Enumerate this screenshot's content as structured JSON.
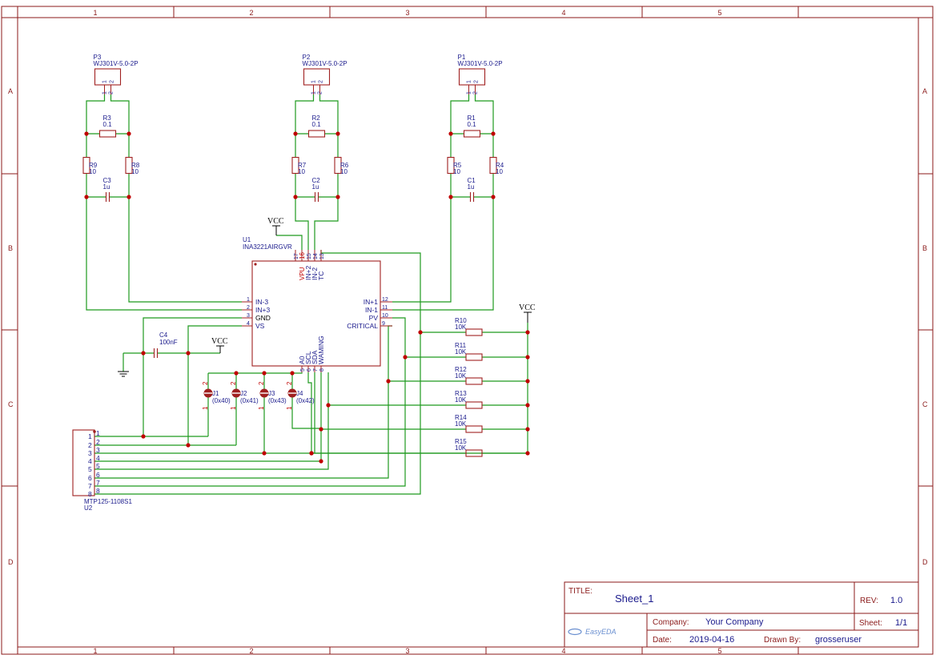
{
  "border": {
    "columns": [
      "1",
      "2",
      "3",
      "4",
      "5"
    ],
    "rows": [
      "A",
      "B",
      "C",
      "D"
    ]
  },
  "shunts": [
    {
      "conn": "P3",
      "conn_part": "WJ301V-5.0-2P",
      "shunt": "R3",
      "shunt_val": "0.1",
      "rl": "R9",
      "rl_val": "10",
      "rr": "R8",
      "rr_val": "10",
      "cap": "C3",
      "cap_val": "1u"
    },
    {
      "conn": "P2",
      "conn_part": "WJ301V-5.0-2P",
      "shunt": "R2",
      "shunt_val": "0.1",
      "rl": "R7",
      "rl_val": "10",
      "rr": "R6",
      "rr_val": "10",
      "cap": "C2",
      "cap_val": "1u"
    },
    {
      "conn": "P1",
      "conn_part": "WJ301V-5.0-2P",
      "shunt": "R1",
      "shunt_val": "0.1",
      "rl": "R5",
      "rl_val": "10",
      "rr": "R4",
      "rr_val": "10",
      "cap": "C1",
      "cap_val": "1u"
    }
  ],
  "connector_pins": [
    "1",
    "2"
  ],
  "u1": {
    "ref": "U1",
    "part": "INA3221AIRGVR",
    "top_pins": [
      {
        "num": "17",
        "name": ""
      },
      {
        "num": "16",
        "name": "VPU"
      },
      {
        "num": "15",
        "name": "IN+2"
      },
      {
        "num": "14",
        "name": "IN-2"
      },
      {
        "num": "13",
        "name": "TC"
      }
    ],
    "left_pins": [
      {
        "num": "1",
        "name": "IN-3"
      },
      {
        "num": "2",
        "name": "IN+3"
      },
      {
        "num": "3",
        "name": "GND"
      },
      {
        "num": "4",
        "name": "VS"
      }
    ],
    "right_pins": [
      {
        "num": "12",
        "name": "IN+1"
      },
      {
        "num": "11",
        "name": "IN-1"
      },
      {
        "num": "10",
        "name": "PV"
      },
      {
        "num": "9",
        "name": "CRITICAL"
      }
    ],
    "bottom_pins": [
      {
        "num": "5",
        "name": "A0"
      },
      {
        "num": "6",
        "name": "SCL"
      },
      {
        "num": "7",
        "name": "SDA"
      },
      {
        "num": "8",
        "name": "WAMING"
      }
    ]
  },
  "vcc_label": "VCC",
  "c4": {
    "ref": "C4",
    "val": "100nF"
  },
  "jumpers": [
    {
      "ref": "J1",
      "addr": "(0x40)"
    },
    {
      "ref": "J2",
      "addr": "(0x41)"
    },
    {
      "ref": "J3",
      "addr": "(0x43)"
    },
    {
      "ref": "J4",
      "addr": "(0x42)"
    }
  ],
  "jumper_pins": [
    "2",
    "1"
  ],
  "pullups": [
    {
      "ref": "R10",
      "val": "10K"
    },
    {
      "ref": "R11",
      "val": "10K"
    },
    {
      "ref": "R12",
      "val": "10K"
    },
    {
      "ref": "R13",
      "val": "10K"
    },
    {
      "ref": "R14",
      "val": "10K"
    },
    {
      "ref": "R15",
      "val": "10K"
    }
  ],
  "u2": {
    "part": "MTP125-1108S1",
    "ref": "U2",
    "pins_left": [
      "1",
      "2",
      "3",
      "4",
      "5",
      "6",
      "7",
      "8"
    ],
    "pins_right": [
      "1",
      "2",
      "3",
      "4",
      "5",
      "6",
      "7",
      "8"
    ]
  },
  "title_block": {
    "title_label": "TITLE:",
    "title": "Sheet_1",
    "rev_label": "REV:",
    "rev": "1.0",
    "company_label": "Company:",
    "company": "Your Company",
    "sheet_label": "Sheet:",
    "sheet": "1/1",
    "date_label": "Date:",
    "date": "2019-04-16",
    "drawn_label": "Drawn By:",
    "drawn_by": "grosseruser",
    "logo": "EasyEDA"
  }
}
